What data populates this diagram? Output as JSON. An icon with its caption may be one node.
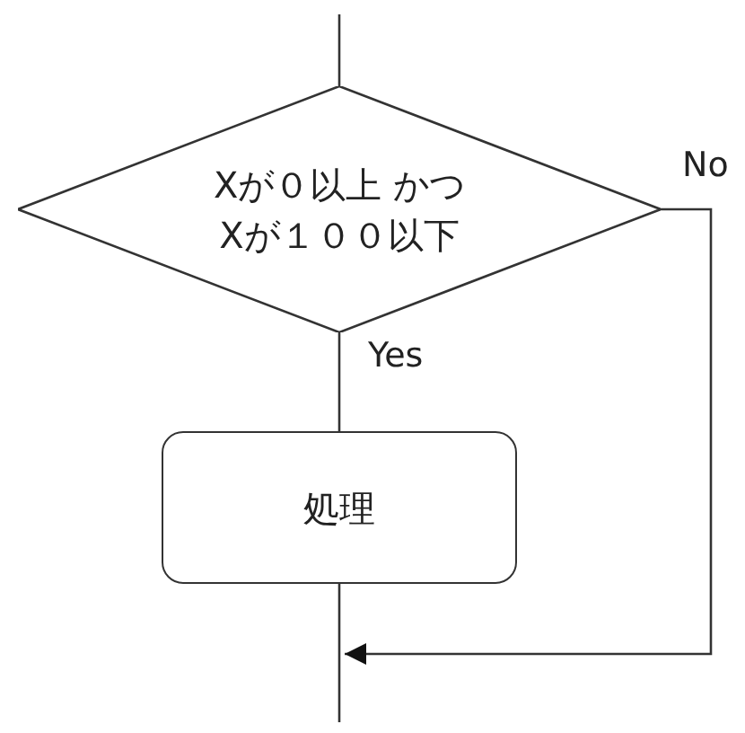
{
  "diagram": {
    "nodes": [
      {
        "text": [
          "Xが０以上 かつ Xが１００以下"
        ]
      },
      {
        "text": [
          "処理"
        ]
      }
    ],
    "edges": [
      {
        "from": null,
        "to": 0,
        "arrow": "none"
      },
      {
        "from": 0,
        "to": 1,
        "arrow": "none",
        "label": "Yes"
      },
      {
        "from": 1,
        "to": null,
        "arrow": "none"
      },
      {
        "from": 0,
        "to": null,
        "arrow": "to",
        "label": "No"
      }
    ]
  }
}
